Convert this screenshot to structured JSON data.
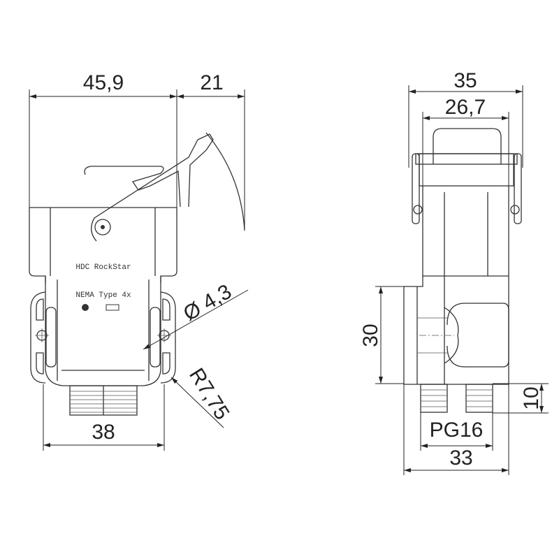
{
  "front_view": {
    "dimensions": {
      "width": "45,9",
      "lever": "21",
      "base_width": "38",
      "hole": "Ø 4,3",
      "radius": "R7,75"
    },
    "labels": {
      "product": "HDC RockStar",
      "rating": "NEMA Type 4x"
    }
  },
  "side_view": {
    "dimensions": {
      "width": "35",
      "inner_width": "26,7",
      "height": "30",
      "thread_length": "10",
      "thread": "PG16",
      "base_width": "33"
    }
  },
  "colors": {
    "line": "#333333",
    "background": "#ffffff"
  }
}
